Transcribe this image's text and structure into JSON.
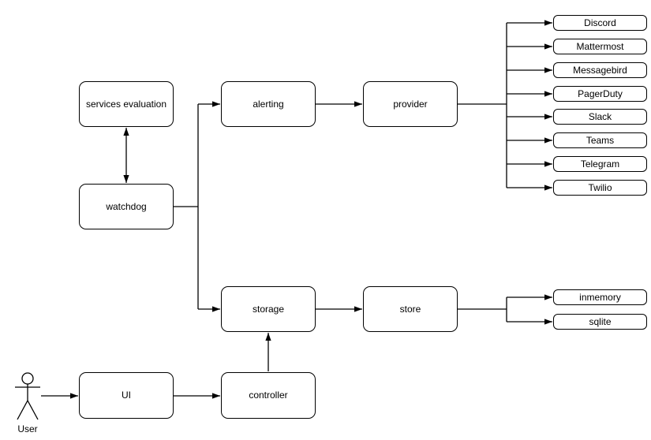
{
  "nodes": {
    "services_evaluation": "services evaluation",
    "watchdog": "watchdog",
    "alerting": "alerting",
    "provider": "provider",
    "storage": "storage",
    "store": "store",
    "ui": "UI",
    "controller": "controller"
  },
  "alert_providers": [
    "Discord",
    "Mattermost",
    "Messagebird",
    "PagerDuty",
    "Slack",
    "Teams",
    "Telegram",
    "Twilio"
  ],
  "store_backends": [
    "inmemory",
    "sqlite"
  ],
  "actor": {
    "label": "User"
  },
  "colors": {
    "stroke": "#000000",
    "node_fill": "#ffffff",
    "background": "#ffffff",
    "text": "#000000"
  }
}
